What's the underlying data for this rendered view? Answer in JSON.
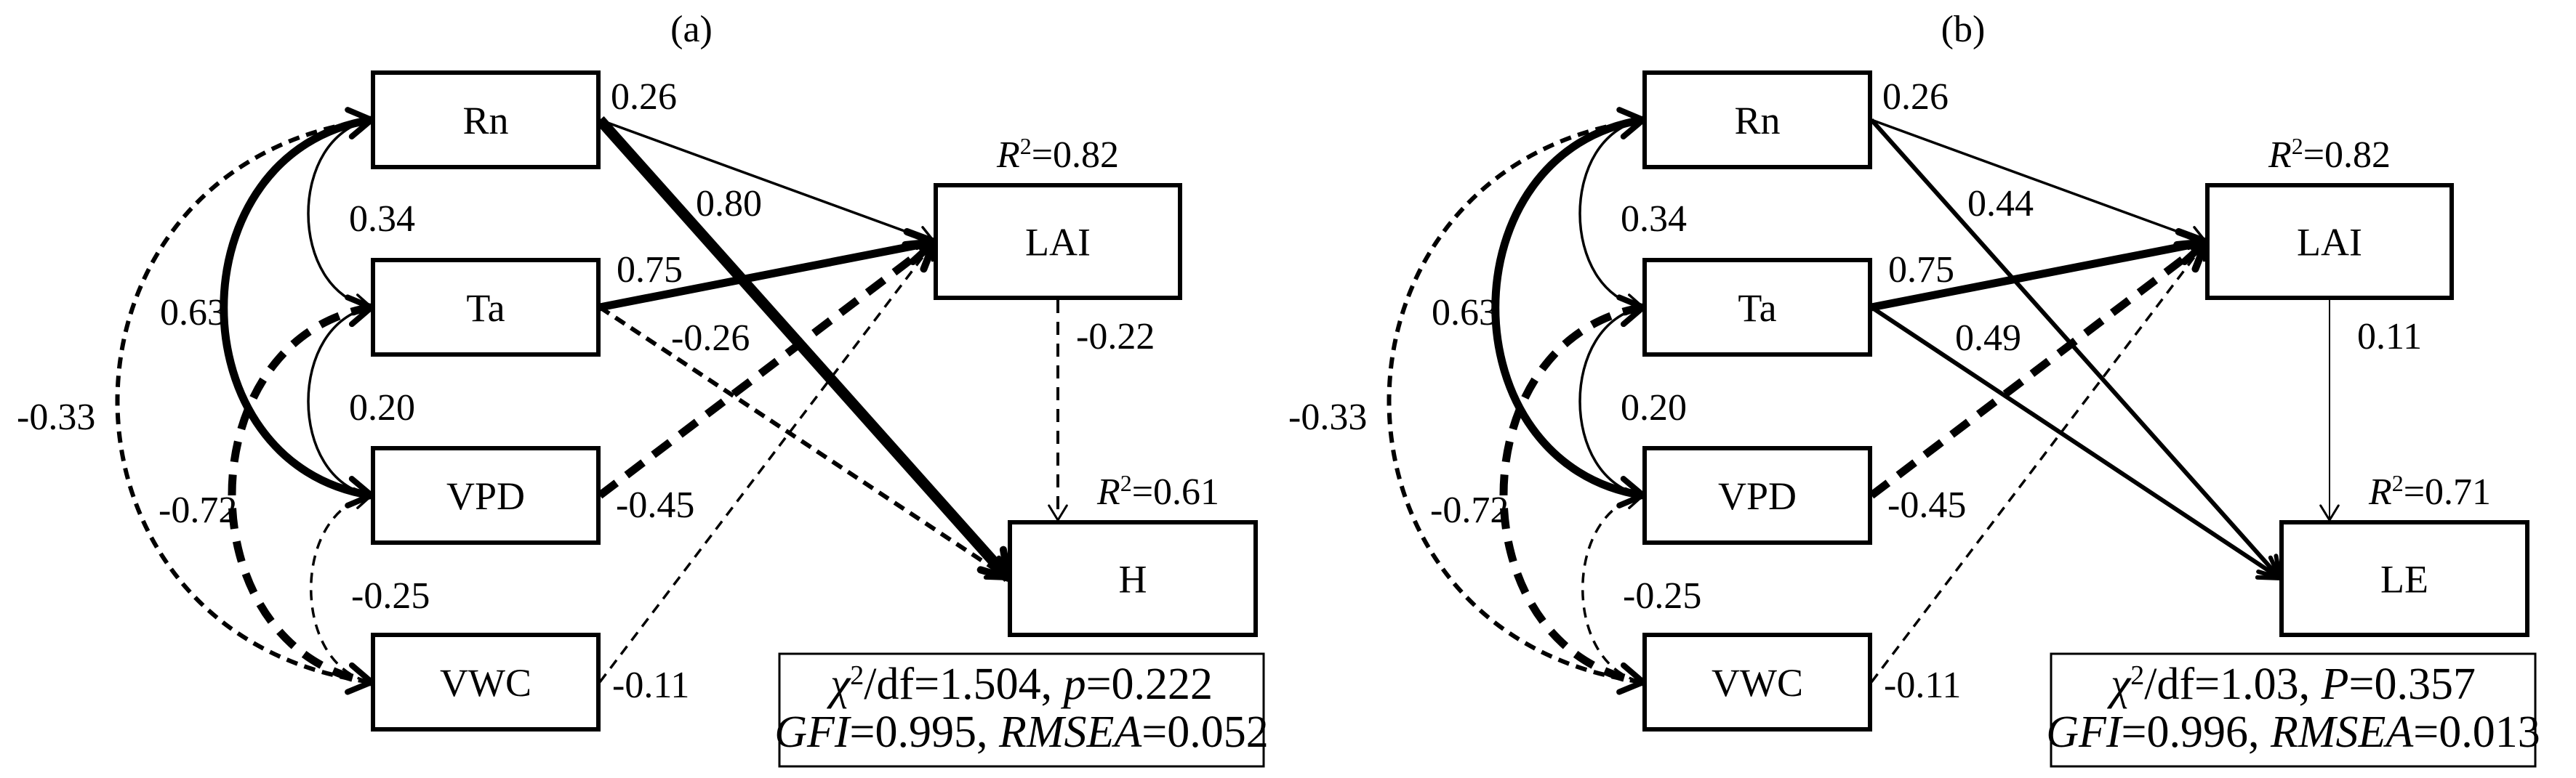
{
  "figure": {
    "panels": [
      {
        "id": "a",
        "title": "(a)",
        "exogenous": [
          "Rn",
          "Ta",
          "VPD",
          "VWC"
        ],
        "mediator": {
          "label": "LAI",
          "r2_prefix": "R",
          "r2_sup": "2",
          "r2_value": "=0.82"
        },
        "outcome": {
          "label": "H",
          "r2_prefix": "R",
          "r2_sup": "2",
          "r2_value": "=0.61"
        },
        "covariances": [
          {
            "from": "Rn",
            "to": "Ta",
            "value": "0.34",
            "sign": "positive",
            "strength": "thin"
          },
          {
            "from": "Ta",
            "to": "VPD",
            "value": "0.20",
            "sign": "positive",
            "strength": "thin"
          },
          {
            "from": "VPD",
            "to": "VWC",
            "value": "-0.25",
            "sign": "negative",
            "strength": "thin"
          },
          {
            "from": "Rn",
            "to": "VPD",
            "value": "0.63",
            "sign": "positive",
            "strength": "thick"
          },
          {
            "from": "Ta",
            "to": "VWC",
            "value": "-0.72",
            "sign": "negative",
            "strength": "thick"
          },
          {
            "from": "Rn",
            "to": "VWC",
            "value": "-0.33",
            "sign": "negative",
            "strength": "medium"
          }
        ],
        "paths": [
          {
            "from": "Rn",
            "to": "LAI",
            "value": "0.26",
            "sign": "positive",
            "strength": "thin"
          },
          {
            "from": "Ta",
            "to": "LAI",
            "value": "0.75",
            "sign": "positive",
            "strength": "thick"
          },
          {
            "from": "VPD",
            "to": "LAI",
            "value": "-0.45",
            "sign": "negative",
            "strength": "thick"
          },
          {
            "from": "VWC",
            "to": "LAI",
            "value": "-0.11",
            "sign": "negative",
            "strength": "thin"
          },
          {
            "from": "Rn",
            "to": "H",
            "value": "0.80",
            "sign": "positive",
            "strength": "xthick"
          },
          {
            "from": "Ta",
            "to": "H",
            "value": "-0.26",
            "sign": "negative",
            "strength": "medium"
          },
          {
            "from": "LAI",
            "to": "H",
            "value": "-0.22",
            "sign": "negative",
            "strength": "medium"
          }
        ],
        "fit": {
          "chi_symbol": "χ",
          "chi_sup": "2",
          "line1_rest": "/df=1.504, ",
          "p_symbol": "p",
          "p_value": "=0.222",
          "gfi_label": "GFI",
          "gfi_value": "=0.995, ",
          "rmsea_label": "RMSEA",
          "rmsea_value": "=0.052"
        }
      },
      {
        "id": "b",
        "title": "(b)",
        "exogenous": [
          "Rn",
          "Ta",
          "VPD",
          "VWC"
        ],
        "mediator": {
          "label": "LAI",
          "r2_prefix": "R",
          "r2_sup": "2",
          "r2_value": "=0.82"
        },
        "outcome": {
          "label": "LE",
          "r2_prefix": "R",
          "r2_sup": "2",
          "r2_value": "=0.71"
        },
        "covariances": [
          {
            "from": "Rn",
            "to": "Ta",
            "value": "0.34",
            "sign": "positive",
            "strength": "thin"
          },
          {
            "from": "Ta",
            "to": "VPD",
            "value": "0.20",
            "sign": "positive",
            "strength": "thin"
          },
          {
            "from": "VPD",
            "to": "VWC",
            "value": "-0.25",
            "sign": "negative",
            "strength": "thin"
          },
          {
            "from": "Rn",
            "to": "VPD",
            "value": "0.63",
            "sign": "positive",
            "strength": "thick"
          },
          {
            "from": "Ta",
            "to": "VWC",
            "value": "-0.72",
            "sign": "negative",
            "strength": "thick"
          },
          {
            "from": "Rn",
            "to": "VWC",
            "value": "-0.33",
            "sign": "negative",
            "strength": "medium"
          }
        ],
        "paths": [
          {
            "from": "Rn",
            "to": "LAI",
            "value": "0.26",
            "sign": "positive",
            "strength": "thin"
          },
          {
            "from": "Ta",
            "to": "LAI",
            "value": "0.75",
            "sign": "positive",
            "strength": "thick"
          },
          {
            "from": "VPD",
            "to": "LAI",
            "value": "-0.45",
            "sign": "negative",
            "strength": "thick"
          },
          {
            "from": "VWC",
            "to": "LAI",
            "value": "-0.11",
            "sign": "negative",
            "strength": "thin"
          },
          {
            "from": "Rn",
            "to": "LE",
            "value": "0.44",
            "sign": "positive",
            "strength": "medium"
          },
          {
            "from": "Ta",
            "to": "LE",
            "value": "0.49",
            "sign": "positive",
            "strength": "medium"
          },
          {
            "from": "LAI",
            "to": "LE",
            "value": "0.11",
            "sign": "positive",
            "strength": "hairline"
          }
        ],
        "fit": {
          "chi_symbol": "χ",
          "chi_sup": "2",
          "line1_rest": "/df=1.03, ",
          "p_symbol": "P",
          "p_value": "=0.357",
          "gfi_label": "GFI",
          "gfi_value": "=0.996, ",
          "rmsea_label": "RMSEA",
          "rmsea_value": "=0.013"
        }
      }
    ]
  }
}
